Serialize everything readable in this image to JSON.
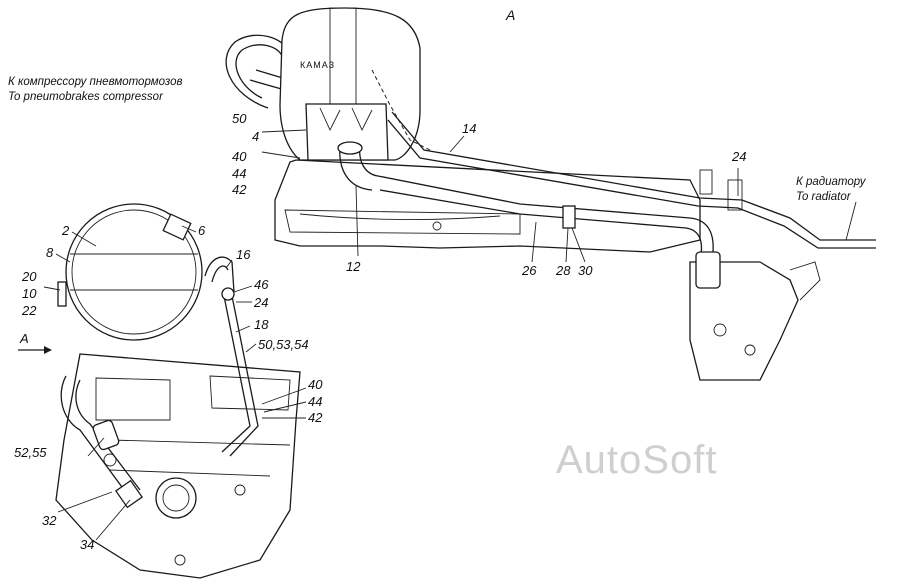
{
  "view_marker": "A",
  "arrow_label": "A",
  "captions": {
    "compressor_ru": "К компрессору пневмотормозов",
    "compressor_en": "To pneumobrakes compressor",
    "radiator_ru": "К радиатору",
    "radiator_en": "To radiator"
  },
  "tank_logo": "КАМАЗ",
  "callouts_top": {
    "c50": "50",
    "c4": "4",
    "c40": "40",
    "c44": "44",
    "c42": "42",
    "c12": "12",
    "c14": "14",
    "c24": "24",
    "c26": "26",
    "c28": "28",
    "c30": "30"
  },
  "callouts_bottom": {
    "c2": "2",
    "c8": "8",
    "c6": "6",
    "c16": "16",
    "c20": "20",
    "c10": "10",
    "c22": "22",
    "c46": "46",
    "c24": "24",
    "c18": "18",
    "c50_53_54": "50,53,54",
    "c40": "40",
    "c44": "44",
    "c42": "42",
    "c52_55": "52,55",
    "c32": "32",
    "c34": "34"
  },
  "watermark": "AutoSoft"
}
